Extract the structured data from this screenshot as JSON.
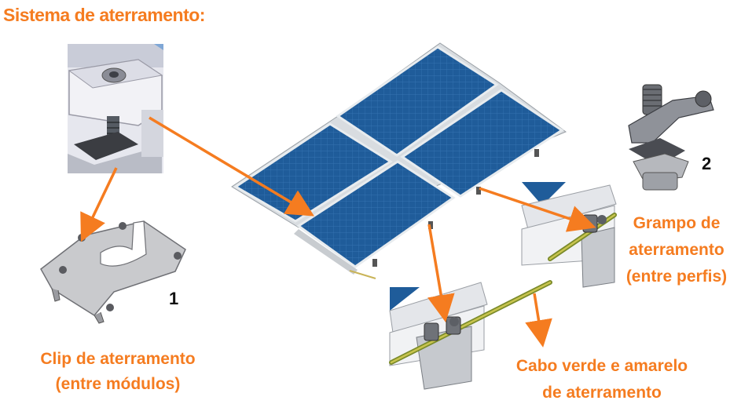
{
  "title": "Sistema de aterramento:",
  "clip": {
    "line1": "Clip de aterramento",
    "line2": "(entre módulos)",
    "number": "1"
  },
  "grampo": {
    "line1": "Grampo de",
    "line2": "aterramento",
    "line3": "(entre perfis)",
    "number": "2"
  },
  "cabo": {
    "line1": "Cabo verde e amarelo",
    "line2": "de aterramento"
  },
  "colors": {
    "accent": "#f57c20",
    "panel": "#1f5c9a",
    "frame": "#d8dce0"
  }
}
